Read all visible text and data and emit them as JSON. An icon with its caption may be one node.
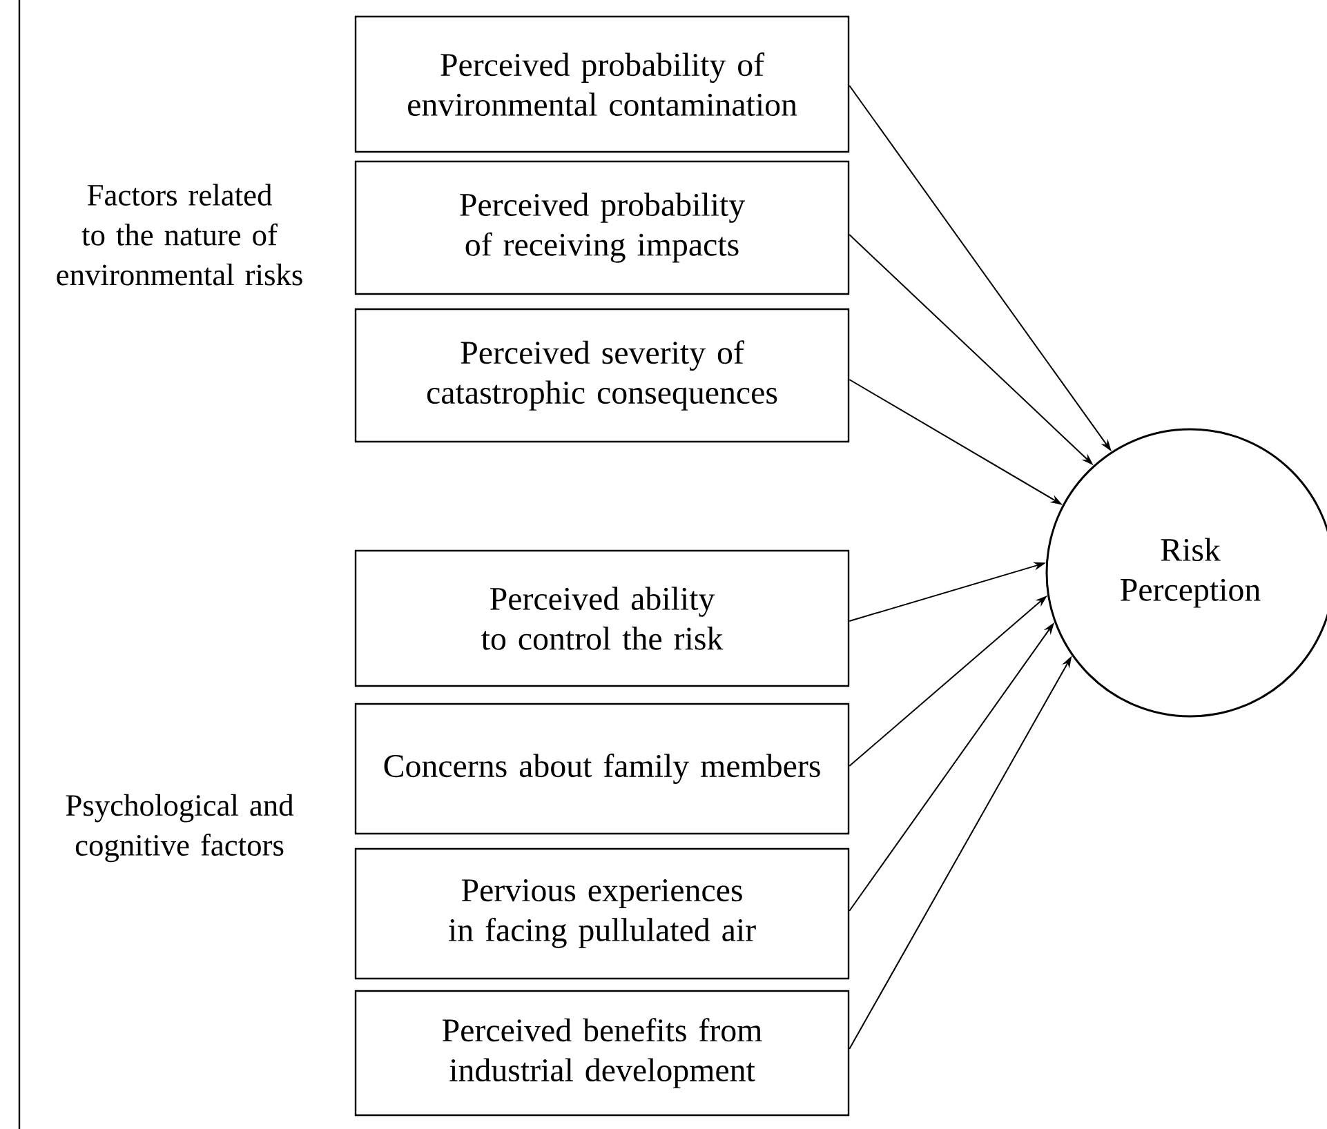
{
  "diagram": {
    "nodes": [
      {
        "text": [
          "Perceived probability of environmental contamination"
        ]
      },
      {
        "text": [
          "Perceived probability of receiving impacts"
        ]
      },
      {
        "text": [
          "Perceived severity of catastrophic consequences"
        ]
      },
      {
        "text": [
          "Perceived ability to control the risk"
        ]
      },
      {
        "text": [
          "Concerns about family members"
        ]
      },
      {
        "text": [
          "Pervious experiences in facing pullulated air"
        ]
      },
      {
        "text": [
          "Perceived benefits from industrial development"
        ]
      },
      {
        "text": [
          "Risk Perception"
        ]
      }
    ],
    "edges": [
      {
        "from": 0,
        "to": 7,
        "arrow": "to"
      },
      {
        "from": 1,
        "to": 7,
        "arrow": "to"
      },
      {
        "from": 2,
        "to": 7,
        "arrow": "to"
      },
      {
        "from": 3,
        "to": 7,
        "arrow": "to"
      },
      {
        "from": 4,
        "to": 7,
        "arrow": "to"
      },
      {
        "from": 5,
        "to": 7,
        "arrow": "to"
      },
      {
        "from": 6,
        "to": 7,
        "arrow": "to"
      }
    ],
    "labels": [
      "Factors related to the nature of environmental risks",
      "Psychological and cognitive factors"
    ]
  }
}
